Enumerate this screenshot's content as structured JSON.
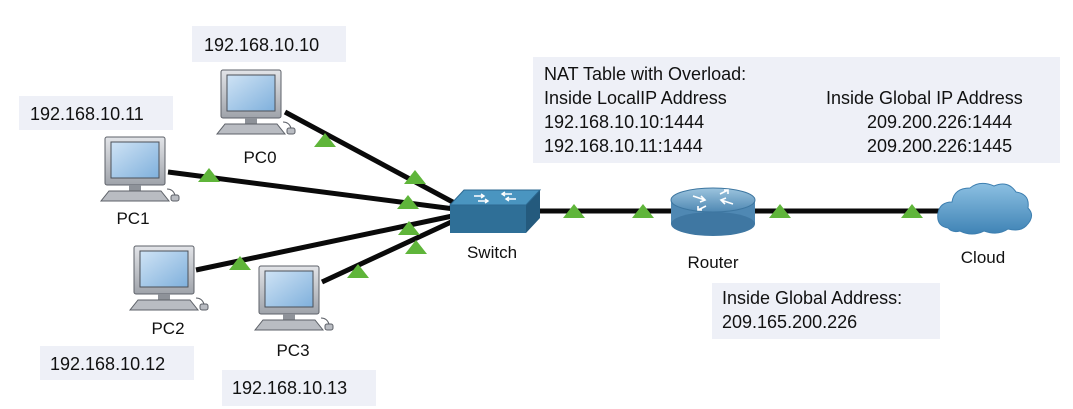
{
  "colors": {
    "background": "#ffffff",
    "label_box": "#eef0f7",
    "link": "#0a0a0a",
    "link_up_marker": "#5fb53a",
    "switch_top": "#4a95c0",
    "switch_side": "#2f6f97",
    "router_body": "#6fa6c8",
    "cloud": "#5a9cc6",
    "pc_body": "#c9ccd1",
    "pc_screen": "#9dc3e6"
  },
  "devices": {
    "pc0": {
      "name": "PC0",
      "ip": "192.168.10.10",
      "icon": "pc-icon"
    },
    "pc1": {
      "name": "PC1",
      "ip": "192.168.10.11",
      "icon": "pc-icon"
    },
    "pc2": {
      "name": "PC2",
      "ip": "192.168.10.12",
      "icon": "pc-icon"
    },
    "pc3": {
      "name": "PC3",
      "ip": "192.168.10.13",
      "icon": "pc-icon"
    },
    "switch": {
      "name": "Switch",
      "icon": "switch-icon"
    },
    "router": {
      "name": "Router",
      "icon": "router-icon"
    },
    "cloud": {
      "name": "Cloud",
      "icon": "cloud-icon"
    }
  },
  "nat_table": {
    "title": "NAT Table with Overload:",
    "col_local": "Inside LocalIP Address",
    "col_global": "Inside Global IP Address",
    "rows": [
      {
        "local": "192.168.10.10:1444",
        "global": "209.200.226:1444"
      },
      {
        "local": "192.168.10.11:1444",
        "global": "209.200.226:1445"
      }
    ]
  },
  "inside_global": {
    "label": "Inside Global Address:",
    "value": "209.165.200.226"
  }
}
